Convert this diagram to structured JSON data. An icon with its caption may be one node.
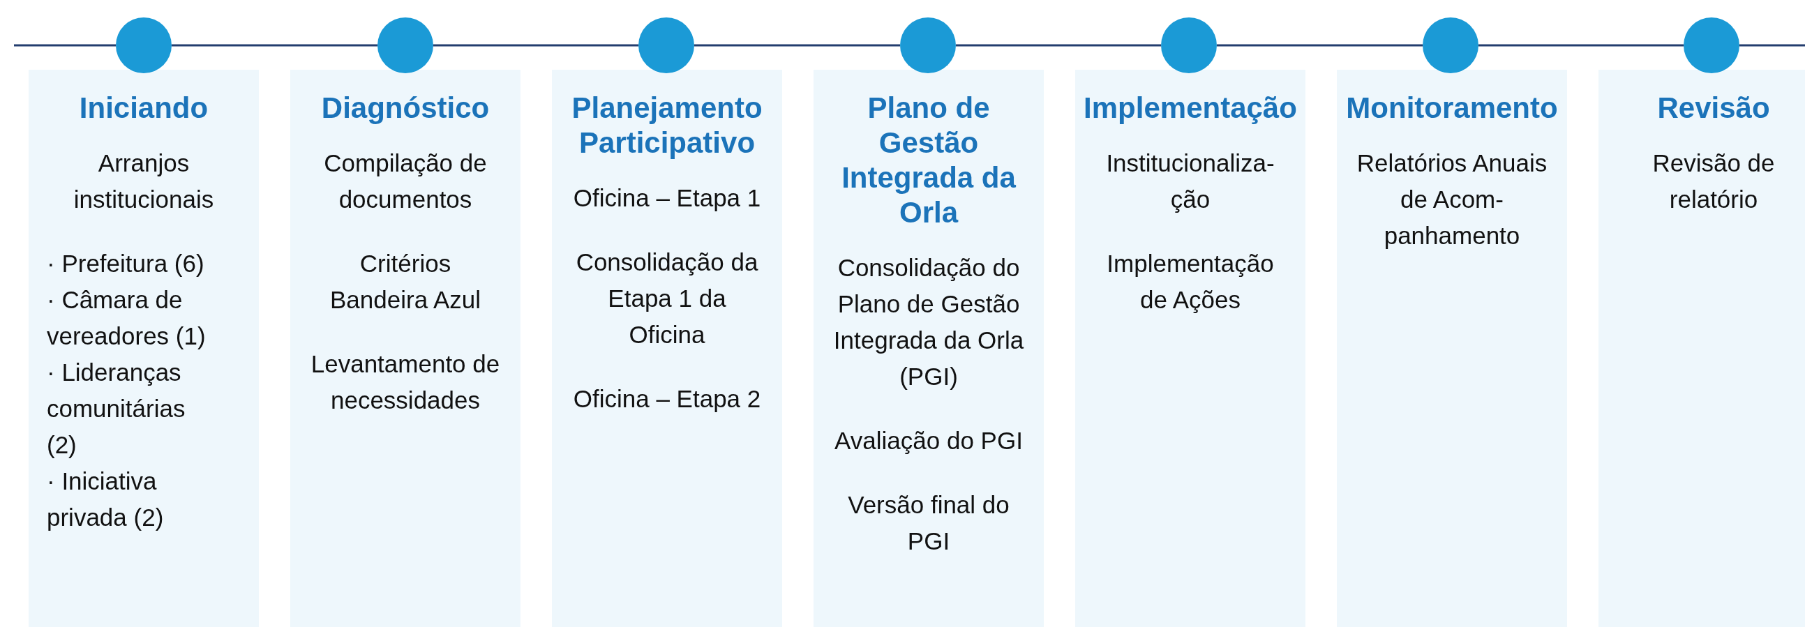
{
  "diagram": {
    "nodes": [
      {
        "text": [],
        "shape": "circle"
      },
      {
        "text": [],
        "shape": "circle"
      },
      {
        "text": [],
        "shape": "circle"
      },
      {
        "text": [],
        "shape": "circle"
      },
      {
        "text": [],
        "shape": "circle"
      },
      {
        "text": [],
        "shape": "circle"
      },
      {
        "text": [],
        "shape": "circle"
      },
      {
        "text": [
          "Iniciando",
          "Arranjos institucionais",
          "· Prefeitura (6)",
          "· Câmara de vereadores (1)",
          "· Lideranças comunitárias (2)",
          "· Iniciativa privada (2)"
        ]
      },
      {
        "text": [
          "Diagnóstico",
          "Compilação de documentos",
          "Critérios Bandeira Azul",
          "Levantamento de necessidades"
        ]
      },
      {
        "text": [
          "Planejamento Participativo",
          "Oficina – Etapa 1",
          "Consolidação da Etapa 1 da Oficina",
          "Oficina – Etapa 2"
        ]
      },
      {
        "text": [
          "Plano de Gestão Integrada da Orla",
          "Consolidação do Plano de Gestão Integrada da Orla (PGI)",
          "Avaliação do PGI",
          "Versão final do PGI"
        ]
      },
      {
        "text": [
          "Implementação",
          "Institucionaliza- ção",
          "Implementação de Ações"
        ]
      },
      {
        "text": [
          "Monitoramento",
          "Relatórios Anuais de Acom- panhamento"
        ]
      },
      {
        "text": [
          "Revisão",
          "Revisão de relatório"
        ]
      }
    ],
    "edges": [
      {
        "from": null,
        "to": 0,
        "arrow": "none"
      },
      {
        "from": 0,
        "to": 1,
        "arrow": "none"
      },
      {
        "from": 1,
        "to": 2,
        "arrow": "none"
      },
      {
        "from": 2,
        "to": 3,
        "arrow": "none"
      },
      {
        "from": 3,
        "to": 4,
        "arrow": "none"
      },
      {
        "from": 4,
        "to": 5,
        "arrow": "none"
      },
      {
        "from": 5,
        "to": 6,
        "arrow": "none"
      },
      {
        "from": 6,
        "to": null,
        "arrow": "none"
      }
    ]
  }
}
